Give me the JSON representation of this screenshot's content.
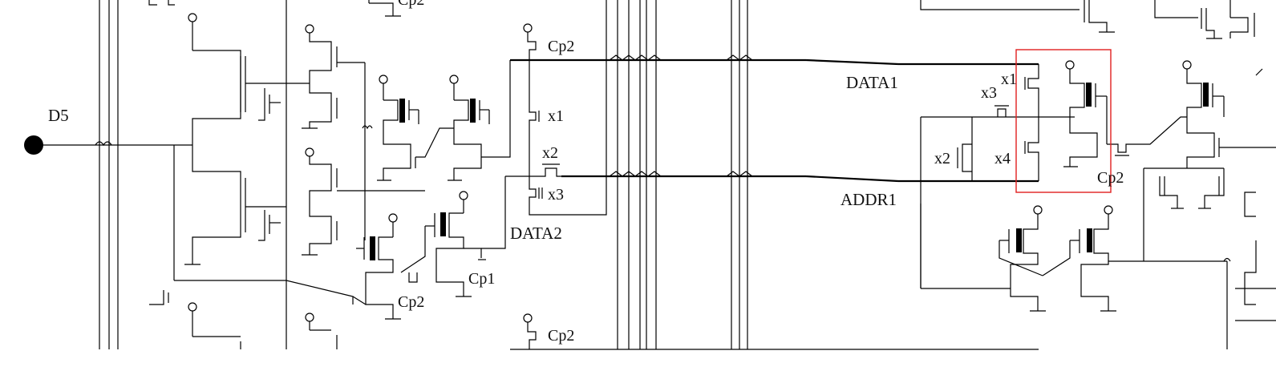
{
  "diagram": {
    "node_label": "D5",
    "bus_labels": {
      "data1": "DATA1",
      "addr1": "ADDR1",
      "data2": "DATA2"
    },
    "cell_labels": [
      "x1",
      "x2",
      "x3",
      "x4"
    ],
    "capacitor_labels": {
      "cp1": "Cp1",
      "cp2": "Cp2"
    },
    "highlight_color": "#e02020"
  }
}
